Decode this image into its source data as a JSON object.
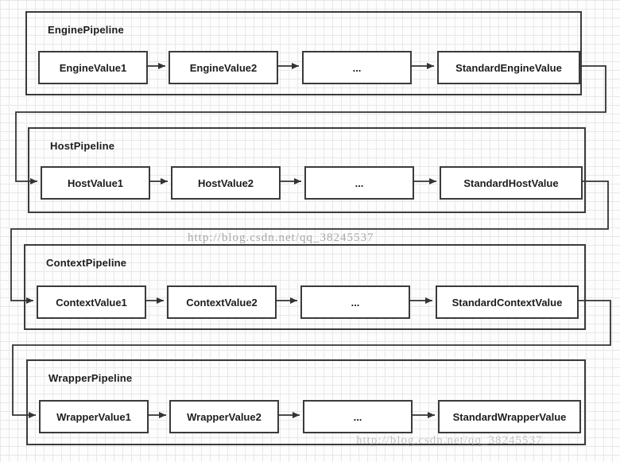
{
  "watermark": {
    "center": "http://blog.csdn.net/qq_38245537",
    "bottom": "http://blog.csdn.net/qq_38245537"
  },
  "colors": {
    "line": "#333333",
    "box_border": "#3b3b3b",
    "box_fill": "#ffffff",
    "grid": "#e6e8ea",
    "text": "#1d1d1d",
    "watermark": "#9a9a9a"
  },
  "pipelines": [
    {
      "title": "EnginePipeline",
      "nodes": [
        "EngineValue1",
        "EngineValue2",
        "...",
        "StandardEngineValue"
      ]
    },
    {
      "title": "HostPipeline",
      "nodes": [
        "HostValue1",
        "HostValue2",
        "...",
        "StandardHostValue"
      ]
    },
    {
      "title": "ContextPipeline",
      "nodes": [
        "ContextValue1",
        "ContextValue2",
        "...",
        "StandardContextValue"
      ]
    },
    {
      "title": "WrapperPipeline",
      "nodes": [
        "WrapperValue1",
        "WrapperValue2",
        "...",
        "StandardWrapperValue"
      ]
    }
  ]
}
